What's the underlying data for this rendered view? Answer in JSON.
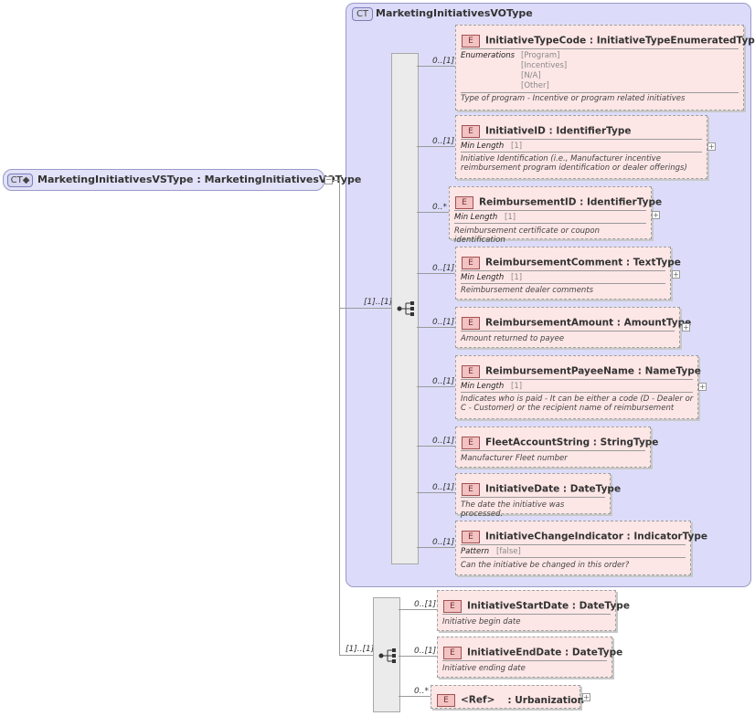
{
  "complex_type": {
    "badge": "CT",
    "title": "MarketingInitiativesVOType"
  },
  "root": {
    "badge": "CT",
    "name": "MarketingInitiativesVSType",
    "type": "MarketingInitiativesVOType"
  },
  "groups": [
    {
      "occurrence": "[1]..[1]"
    },
    {
      "occurrence": "[1]..[1]"
    }
  ],
  "elements": [
    {
      "badge": "E",
      "name": "InitiativeTypeCode",
      "type": "InitiativeTypeEnumeratedType",
      "occ": "0..[1]",
      "facet_label": "Enumerations",
      "facet_values": [
        "[Program]",
        "[Incentives]",
        "[N/A]",
        "[Other]"
      ],
      "doc": "Type of program - Incentive or program related initiatives"
    },
    {
      "badge": "E",
      "name": "InitiativeID",
      "type": "IdentifierType",
      "occ": "0..[1]",
      "facet_label": "Min Length",
      "facet_values": [
        "[1]"
      ],
      "doc": "Initiative Identification (i.e., Manufacturer incentive reimbursement program identification or dealer offerings)"
    },
    {
      "badge": "E",
      "name": "ReimbursementID",
      "type": "IdentifierType",
      "occ": "0..*",
      "facet_label": "Min Length",
      "facet_values": [
        "[1]"
      ],
      "doc": "Reimbursement certificate or coupon identification"
    },
    {
      "badge": "E",
      "name": "ReimbursementComment",
      "type": "TextType",
      "occ": "0..[1]",
      "facet_label": "Min Length",
      "facet_values": [
        "[1]"
      ],
      "doc": "Reimbursement dealer comments"
    },
    {
      "badge": "E",
      "name": "ReimbursementAmount",
      "type": "AmountType",
      "occ": "0..[1]",
      "doc": "Amount returned to payee"
    },
    {
      "badge": "E",
      "name": "ReimbursementPayeeName",
      "type": "NameType",
      "occ": "0..[1]",
      "facet_label": "Min Length",
      "facet_values": [
        "[1]"
      ],
      "doc": "Indicates who is paid - It can be either a code (D - Dealer or C - Customer) or the recipient name of reimbursement"
    },
    {
      "badge": "E",
      "name": "FleetAccountString",
      "type": "StringType",
      "occ": "0..[1]",
      "doc": "Manufacturer Fleet number"
    },
    {
      "badge": "E",
      "name": "InitiativeDate",
      "type": "DateType",
      "occ": "0..[1]",
      "doc": "The date the initiative was processed."
    },
    {
      "badge": "E",
      "name": "InitiativeChangeIndicator",
      "type": "IndicatorType",
      "occ": "0..[1]",
      "facet_label": "Pattern",
      "facet_values": [
        "[false]"
      ],
      "doc": "Can the initiative be changed in this order?"
    }
  ],
  "elements2": [
    {
      "badge": "E",
      "name": "InitiativeStartDate",
      "type": "DateType",
      "occ": "0..[1]",
      "doc": "Initiative begin date"
    },
    {
      "badge": "E",
      "name": "InitiativeEndDate",
      "type": "DateType",
      "occ": "0..[1]",
      "doc": "Initiative ending date"
    },
    {
      "badge": "E",
      "name": "<Ref>",
      "type": "Urbanization",
      "occ": "0..*"
    }
  ],
  "separator": " : "
}
